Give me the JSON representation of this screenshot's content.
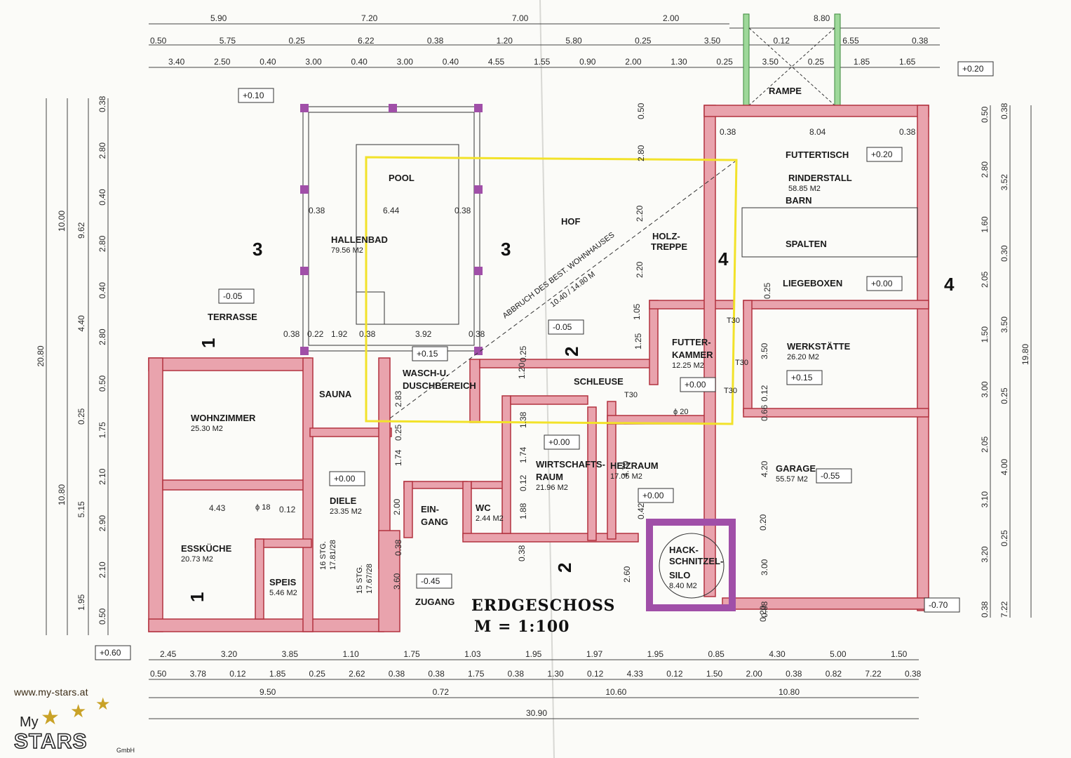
{
  "plan": {
    "title_line1": "ERDGESCHOSS",
    "title_line2": "M =      1:100",
    "rooms": [
      {
        "key": "pool",
        "name": "POOL",
        "area": ""
      },
      {
        "key": "hallenbad",
        "name": "HALLENBAD",
        "area": "79.56 M2"
      },
      {
        "key": "hof",
        "name": "HOF",
        "area": ""
      },
      {
        "key": "terrasse",
        "name": "TERRASSE",
        "area": ""
      },
      {
        "key": "sauna",
        "name": "SAUNA",
        "area": ""
      },
      {
        "key": "wasch1",
        "name": "WASCH-U.",
        "area": ""
      },
      {
        "key": "wasch2",
        "name": "DUSCHBEREICH",
        "area": ""
      },
      {
        "key": "wohnzimmer",
        "name": "WOHNZIMMER",
        "area": "25.30 M2"
      },
      {
        "key": "diele",
        "name": "DIELE",
        "area": "23.35 M2"
      },
      {
        "key": "esskueche",
        "name": "ESSKÜCHE",
        "area": "20.73 M2"
      },
      {
        "key": "speis",
        "name": "SPEIS",
        "area": "5.46 M2"
      },
      {
        "key": "eingang1",
        "name": "EIN-",
        "area": ""
      },
      {
        "key": "eingang2",
        "name": "GANG",
        "area": ""
      },
      {
        "key": "wc",
        "name": "WC",
        "area": "2.44 M2"
      },
      {
        "key": "zugang",
        "name": "ZUGANG",
        "area": ""
      },
      {
        "key": "schleuse",
        "name": "SCHLEUSE",
        "area": ""
      },
      {
        "key": "wirtschaft1",
        "name": "WIRTSCHAFTS-",
        "area": ""
      },
      {
        "key": "wirtschaft2",
        "name": "RAUM",
        "area": "21.96 M2"
      },
      {
        "key": "heizraum",
        "name": "HEIZRAUM",
        "area": "17.05 M2"
      },
      {
        "key": "futter1",
        "name": "FUTTER-",
        "area": ""
      },
      {
        "key": "futter2",
        "name": "KAMMER",
        "area": "12.25 M2"
      },
      {
        "key": "hack1",
        "name": "HACK-",
        "area": ""
      },
      {
        "key": "hack2",
        "name": "SCHNITZEL-",
        "area": ""
      },
      {
        "key": "hack3",
        "name": "SILO",
        "area": "8.40 M2"
      },
      {
        "key": "futtertisch",
        "name": "FUTTERTISCH",
        "area": ""
      },
      {
        "key": "rinderstall",
        "name": "RINDERSTALL",
        "area": "58.85 M2"
      },
      {
        "key": "barn",
        "name": "BARN",
        "area": ""
      },
      {
        "key": "spalten",
        "name": "SPALTEN",
        "area": ""
      },
      {
        "key": "liegeboxen",
        "name": "LIEGEBOXEN",
        "area": ""
      },
      {
        "key": "werkstaette",
        "name": "WERKSTÄTTE",
        "area": "26.20 M2"
      },
      {
        "key": "garage",
        "name": "GARAGE",
        "area": "55.57 M2"
      },
      {
        "key": "rampe",
        "name": "RAMPE",
        "area": ""
      },
      {
        "key": "holz1",
        "name": "HOLZ-",
        "area": ""
      },
      {
        "key": "holz2",
        "name": "TREPPE",
        "area": ""
      }
    ],
    "levels": [
      "+0.10",
      "+0.20",
      "-0.05",
      "-0.05",
      "+0.15",
      "+0.00",
      "+0.20",
      "+0.00",
      "+0.15",
      "+0.00",
      "+0.00",
      "+0.00",
      "-0.55",
      "-0.45",
      "-0.70",
      "+0.60"
    ],
    "notes": {
      "demolition1": "ABBRUCH DES BEST. WOHNHAUSES",
      "demolition2": "10.40 / 14.80 M",
      "stair1": "16 STG.",
      "stair1b": "17.81/28",
      "stair2": "15 STG.",
      "stair2b": "17.67/28",
      "t30": "T30",
      "phi20": "ϕ 20",
      "phi18": "ϕ 18"
    },
    "sections": [
      "1",
      "1",
      "2",
      "2",
      "3",
      "3",
      "4",
      "4"
    ],
    "dims_top_1": [
      "5.90",
      "7.20",
      "7.00",
      "2.00",
      "8.80"
    ],
    "dims_top_2": [
      "0.50",
      "5.75",
      "0.25",
      "6.22",
      "0.38",
      "1.20",
      "5.80",
      "0.25",
      "3.50",
      "0.12",
      "6.55",
      "0.38"
    ],
    "dims_top_3": [
      "3.40",
      "2.50",
      "0.40",
      "3.00",
      "0.40",
      "3.00",
      "0.40",
      "4.55",
      "1.55",
      "0.90",
      "2.00",
      "1.30",
      "0.25",
      "3.50",
      "0.25",
      "1.85",
      "1.65"
    ],
    "dims_bottom_1": [
      "2.45",
      "3.20",
      "3.85",
      "1.10",
      "1.75",
      "1.03",
      "1.95",
      "1.97",
      "1.95",
      "0.85",
      "4.30",
      "5.00",
      "1.50"
    ],
    "dims_bottom_2": [
      "0.50",
      "3.78",
      "0.12",
      "1.85",
      "0.25",
      "2.62",
      "0.38",
      "0.38",
      "1.75",
      "0.38",
      "1.30",
      "0.12",
      "4.33",
      "0.12",
      "1.50",
      "2.00",
      "0.38",
      "0.82",
      "7.22",
      "0.38"
    ],
    "dims_bottom_3": [
      "9.50",
      "0.72",
      "10.60",
      "10.80"
    ],
    "dims_bottom_4": [
      "30.90"
    ],
    "dims_left_outer": [
      "20.80"
    ],
    "dims_left_2": [
      "10.00",
      "10.80"
    ],
    "dims_left_3": [
      "9.62",
      "4.40",
      "0.25",
      "5.15",
      "1.95"
    ],
    "dims_left_4": [
      "0.38",
      "2.80",
      "0.40",
      "2.80",
      "0.40",
      "2.80",
      "0.50",
      "1.75",
      "2.10",
      "2.90",
      "2.10",
      "0.50"
    ],
    "dims_right_1": [
      "0.50",
      "2.80",
      "1.60",
      "2.05",
      "1.50",
      "3.00",
      "2.05",
      "3.10",
      "3.20",
      "0.38"
    ],
    "dims_right_2": [
      "0.38",
      "3.52",
      "0.30",
      "3.50",
      "0.25",
      "4.00",
      "0.25",
      "7.22"
    ],
    "dims_right_outer": [
      "19.80"
    ],
    "dims_inner": [
      "0.38",
      "6.44",
      "0.38",
      "0.38",
      "0.22",
      "1.92",
      "0.38",
      "3.92",
      "0.38",
      "0.38",
      "8.04",
      "0.38",
      "4.43",
      "0.12",
      "2.83",
      "0.25",
      "1.74",
      "2.00",
      "0.38",
      "3.60",
      "1.38",
      "1.74",
      "0.12",
      "1.88",
      "0.38",
      "4.70",
      "0.42",
      "2.60",
      "1.20",
      "0.25",
      "1.05",
      "1.25",
      "2.20",
      "2.20",
      "2.80",
      "0.50",
      "3.50",
      "0.12",
      "0.25",
      "0.66",
      "4.20",
      "0.20",
      "3.00",
      "0.20",
      "0.88"
    ]
  },
  "brand": {
    "url": "www.my-stars.at",
    "name_my": "My",
    "name_stars": "STARS",
    "suffix": "GmbH"
  }
}
